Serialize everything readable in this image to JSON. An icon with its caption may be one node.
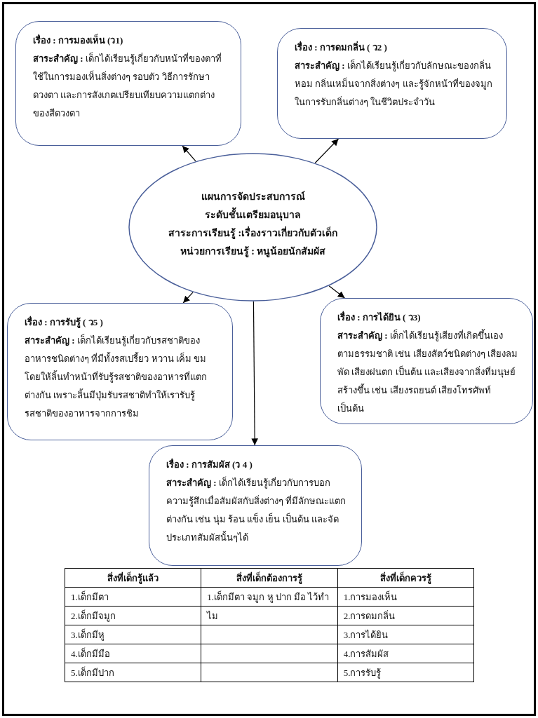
{
  "diagram": {
    "nodes": [
      {
        "text": [
          "เรื่อง : การมองเห็น (ว1)",
          "**สาระสำคัญ :** เด็กได้เรียนรู้เกี่ยวกับหน้าที่ของตาที่ใช้ในการมองเห็นสิ่งต่างๆ รอบตัว วิธีการรักษาดวงตา และการสังเกตเปรียบเทียบความแตกต่างของสีดวงตา"
        ]
      },
      {
        "text": [
          "เรื่อง : การดมกลิ่น ( ว2 )",
          "**สาระสำคัญ :** เด็กได้เรียนรู้เกี่ยวกับลักษณะของกลิ่นหอม กลิ่นเหม็นจากสิ่งต่างๆ และรู้จักหน้าที่ของจมูกในการรับกลิ่นต่างๆ ในชีวิตประจำวัน"
        ]
      },
      {
        "text": [
          "แผนการจัดประสบการณ์",
          "ระดับชั้นเตรียมอนุบาล",
          "สาระการเรียนรู้ :เรื่องราวเกี่ยวกับตัวเด็ก",
          "หน่วยการเรียนรู้ : หนูน้อยนักสัมผัส"
        ]
      },
      {
        "text": [
          "เรื่อง : การรับรู้ ( ว5 )",
          "**สาระสำคัญ :** เด็กได้เรียนรู้เกี่ยวกับรสชาติของอาหารชนิดต่างๆ ที่มีทั้งรสเปรี้ยว หวาน เค็ม ขม โดยให้ลิ้นทำหน้าที่รับรู้รสชาติของอาหารที่แตกต่างกัน เพราะลิ้นมีปุ่มรับรสชาติทำให้เรารับรู้รสชาติของอาหารจากการชิม"
        ]
      },
      {
        "text": [
          "เรื่อง : การได้ยิน ( ว3)",
          "**สาระสำคัญ :** เด็กได้เรียนรู้เสียงที่เกิดขึ้นเองตามธรรมชาติ เช่น เสียงสัตว์ชนิดต่างๆ เสียงลมพัด เสียงฝนตก เป็นต้น และเสียงจากสิ่งที่มนุษย์สร้างขึ้น เช่น เสียงรถยนต์ เสียงโทรศัพท์ เป็นต้น"
        ]
      },
      {
        "text": [
          "เรื่อง : การสัมผัส (ว 4 )",
          "**สาระสำคัญ :** เด็กได้เรียนรู้เกี่ยวกับการบอกความรู้สึกเมื่อสัมผัสกับสิ่งต่างๆ ที่มีลักษณะแตกต่างกัน เช่น นุ่ม ร้อน แข็ง เย็น เป็นต้น และจัดประเภทสัมผัสนั้นๆได้"
        ]
      }
    ],
    "edges": [
      {
        "from": 2,
        "to": 0,
        "arrow": "to"
      },
      {
        "from": 2,
        "to": 1,
        "arrow": "to"
      },
      {
        "from": 2,
        "to": 3,
        "arrow": "to"
      },
      {
        "from": 2,
        "to": 4,
        "arrow": "to"
      },
      {
        "from": 2,
        "to": 5,
        "arrow": "to"
      }
    ],
    "labels": [
      "สิ่งที่เด็กรู้แล้ว",
      "สิ่งที่เด็กต้องการรู้",
      "สิ่งที่เด็กควรรู้",
      "1.เด็กมีตา",
      "1.เด็กมีตา จมูก หู ปาก มือ ไว้ทำ",
      "1.การมองเห็น",
      "2.เด็กมีจมูก",
      "ไม",
      "2.การดมกลิ่น",
      "3.เด็กมีหู",
      "3.การได้ยิน",
      "4.เด็กมีมือ",
      "4.การสัมผัส",
      "5.เด็กมีปาก",
      "5.การรับรู้"
    ]
  }
}
